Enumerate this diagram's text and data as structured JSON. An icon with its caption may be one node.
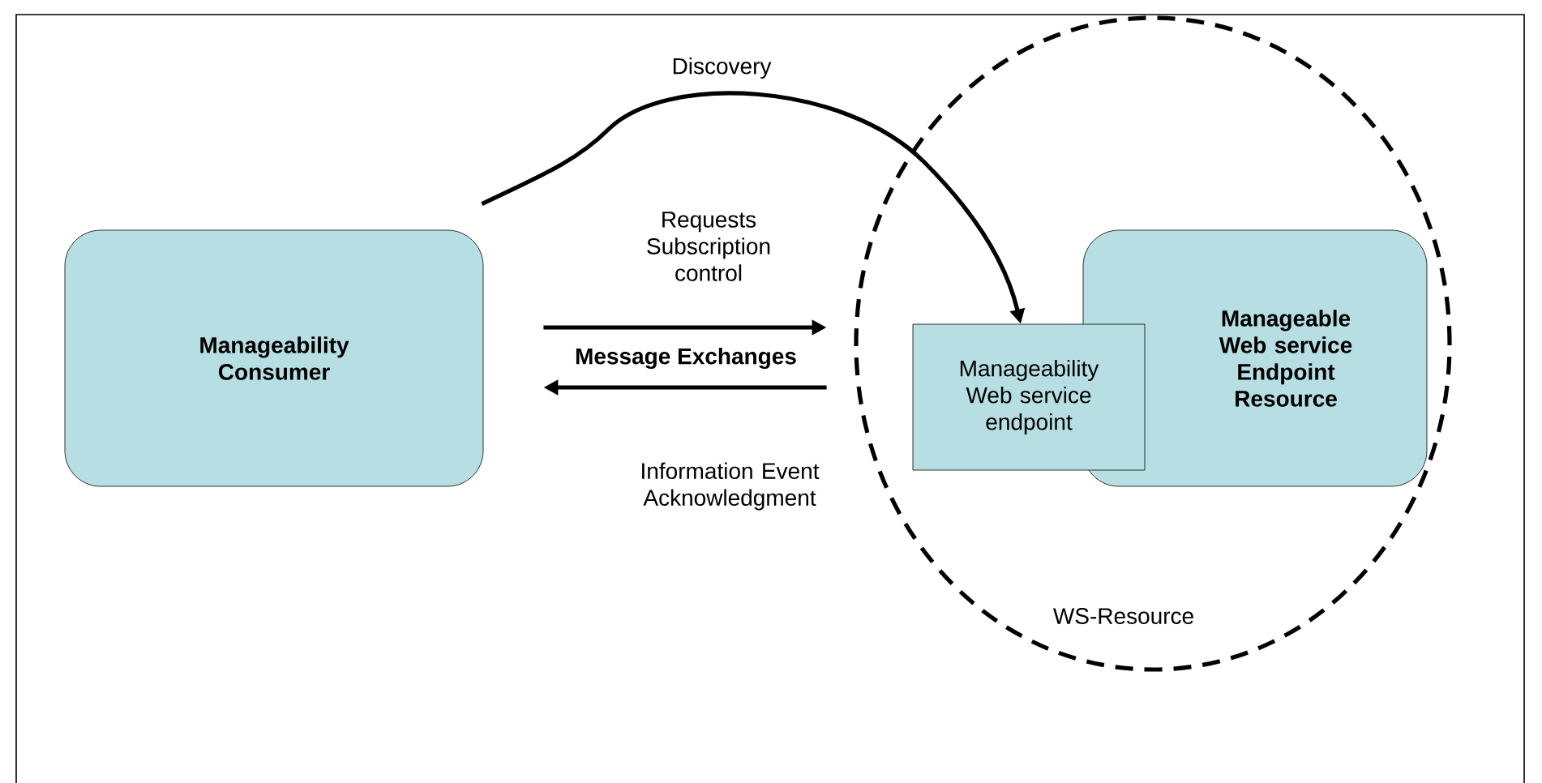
{
  "diagram": {
    "nodes": [
      {
        "text": [
          "Manageability Consumer"
        ]
      },
      {
        "text": [
          "WS-Resource"
        ]
      },
      {
        "text": [
          "Manageable Web service Endpoint Resource"
        ],
        "in": 1
      },
      {
        "text": [
          "Manageability Web service endpoint"
        ],
        "in": 1
      }
    ],
    "edges": [
      {
        "from": 0,
        "to": 3,
        "arrow": "to",
        "label": "Discovery"
      },
      {
        "from": 0,
        "to": 3,
        "arrow": "to",
        "label": "Requests Subscription control"
      },
      {
        "from": 3,
        "to": 0,
        "arrow": "to",
        "label": "Information Event Acknowledgment"
      }
    ],
    "labels": [
      "Message Exchanges"
    ]
  }
}
